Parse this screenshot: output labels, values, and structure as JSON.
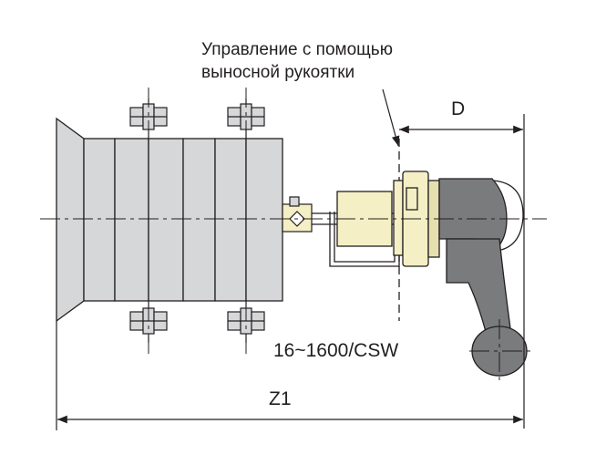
{
  "annotation": {
    "line1": "Управление с помощью",
    "line2": "выносной рукоятки"
  },
  "dimensions": {
    "d_label": "D",
    "z1_label": "Z1"
  },
  "model_label": "16~1600/CSW",
  "colors": {
    "outline": "#231f20",
    "switch_body": "#d6d7d9",
    "mechanism_cream": "#f4efc4",
    "handle": "#7a7b7d",
    "background": "#ffffff"
  }
}
